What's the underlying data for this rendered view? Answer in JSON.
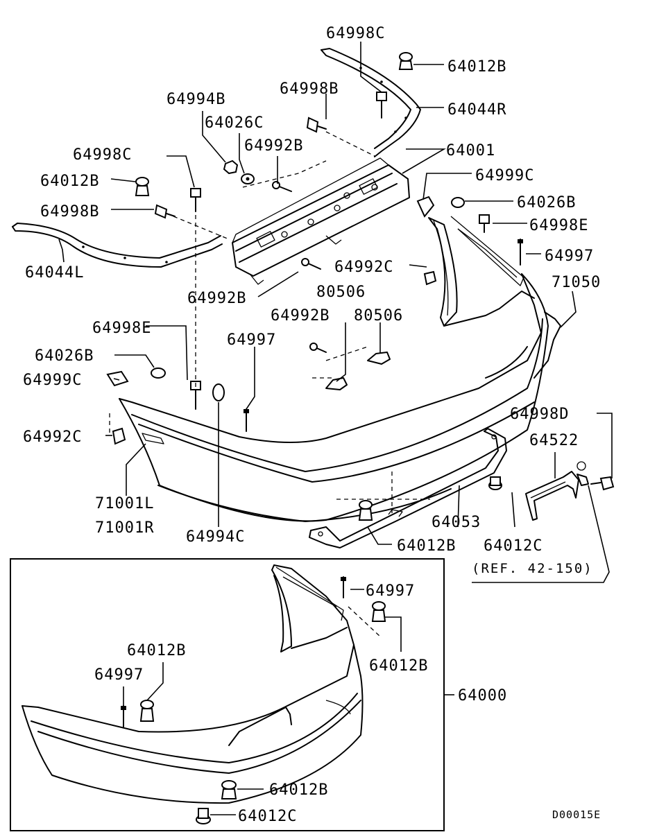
{
  "diagram_code": "D00015E",
  "reference_note": "(REF. 42-150)",
  "inset_label": "64000",
  "labels": {
    "l_64998C_top": "64998C",
    "l_64012B_top": "64012B",
    "l_64044R": "64044R",
    "l_64998B_top": "64998B",
    "l_64994B": "64994B",
    "l_64026C": "64026C",
    "l_64992B_a": "64992B",
    "l_64001": "64001",
    "l_64998C_left": "64998C",
    "l_64999C_top": "64999C",
    "l_64012B_left": "64012B",
    "l_64026B_top": "64026B",
    "l_64998B_left": "64998B",
    "l_64998E_top": "64998E",
    "l_64997_top": "64997",
    "l_64044L": "64044L",
    "l_64992C_top": "64992C",
    "l_71050": "71050",
    "l_80506_a": "80506",
    "l_64992B_b": "64992B",
    "l_64992B_c": "64992B",
    "l_80506_b": "80506",
    "l_64998E_left": "64998E",
    "l_64997_mid": "64997",
    "l_64026B_left": "64026B",
    "l_64999C_left": "64999C",
    "l_64998D": "64998D",
    "l_64522": "64522",
    "l_64992C_left": "64992C",
    "l_71001L": "71001L",
    "l_71001R": "71001R",
    "l_64994C": "64994C",
    "l_64053": "64053",
    "l_64012B_bot": "64012B",
    "l_64012C_bot": "64012C",
    "l_64997_inset": "64997",
    "l_64012B_inset_r": "64012B",
    "l_64012B_inset_l": "64012B",
    "l_64997_inset_l": "64997",
    "l_64012B_inset_b": "64012B",
    "l_64012C_inset_b": "64012C"
  }
}
